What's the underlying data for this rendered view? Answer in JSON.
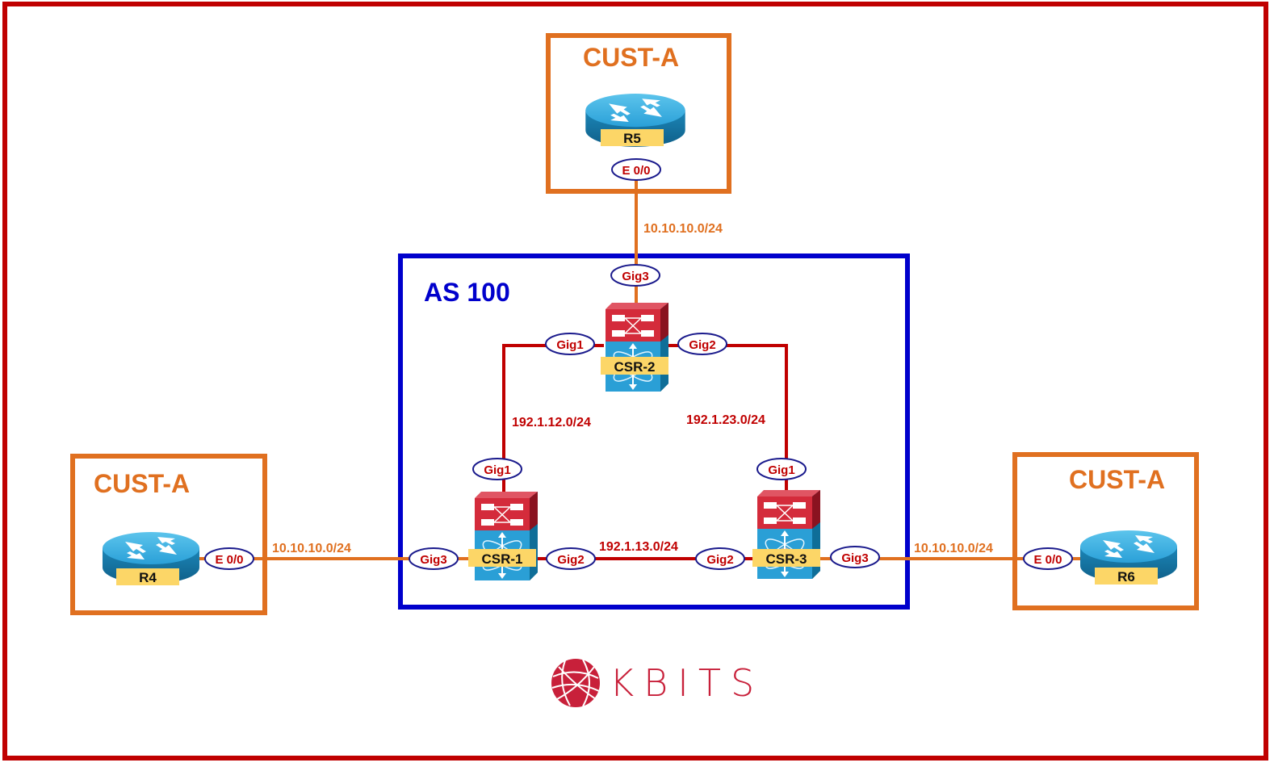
{
  "colors": {
    "frame": "#c00000",
    "customer": "#e07020",
    "as_box": "#0000cc",
    "core_link": "#c00000",
    "access_link": "#e07020",
    "interface_text": "#c00000",
    "interface_border": "#1a1a8c",
    "device_label_bg": "#fcd667",
    "router_blue": "#2aa7dc",
    "csr_red": "#d42b3b",
    "logo": "#c8203a"
  },
  "as_box": {
    "title": "AS 100"
  },
  "customer_sites": [
    {
      "id": "site-r5",
      "title": "CUST-A"
    },
    {
      "id": "site-r4",
      "title": "CUST-A"
    },
    {
      "id": "site-r6",
      "title": "CUST-A"
    }
  ],
  "devices": {
    "r5": {
      "label": "R5",
      "type": "router"
    },
    "r4": {
      "label": "R4",
      "type": "router"
    },
    "r6": {
      "label": "R6",
      "type": "router"
    },
    "csr1": {
      "label": "CSR-1",
      "type": "csr"
    },
    "csr2": {
      "label": "CSR-2",
      "type": "csr"
    },
    "csr3": {
      "label": "CSR-3",
      "type": "csr"
    }
  },
  "interfaces": {
    "r5_e00": "E 0/0",
    "r4_e00": "E 0/0",
    "r6_e00": "E 0/0",
    "csr2_gig3": "Gig3",
    "csr2_gig1": "Gig1",
    "csr2_gig2": "Gig2",
    "csr1_gig1": "Gig1",
    "csr1_gig3": "Gig3",
    "csr1_gig2": "Gig2",
    "csr3_gig1": "Gig1",
    "csr3_gig2": "Gig2",
    "csr3_gig3": "Gig3"
  },
  "links": {
    "r5_csr2": "10.10.10.0/24",
    "r4_csr1": "10.10.10.0/24",
    "r6_csr3": "10.10.10.0/24",
    "csr1_csr2": "192.1.12.0/24",
    "csr2_csr3": "192.1.23.0/24",
    "csr1_csr3": "192.1.13.0/24"
  },
  "logo": {
    "text": "KBITS"
  }
}
